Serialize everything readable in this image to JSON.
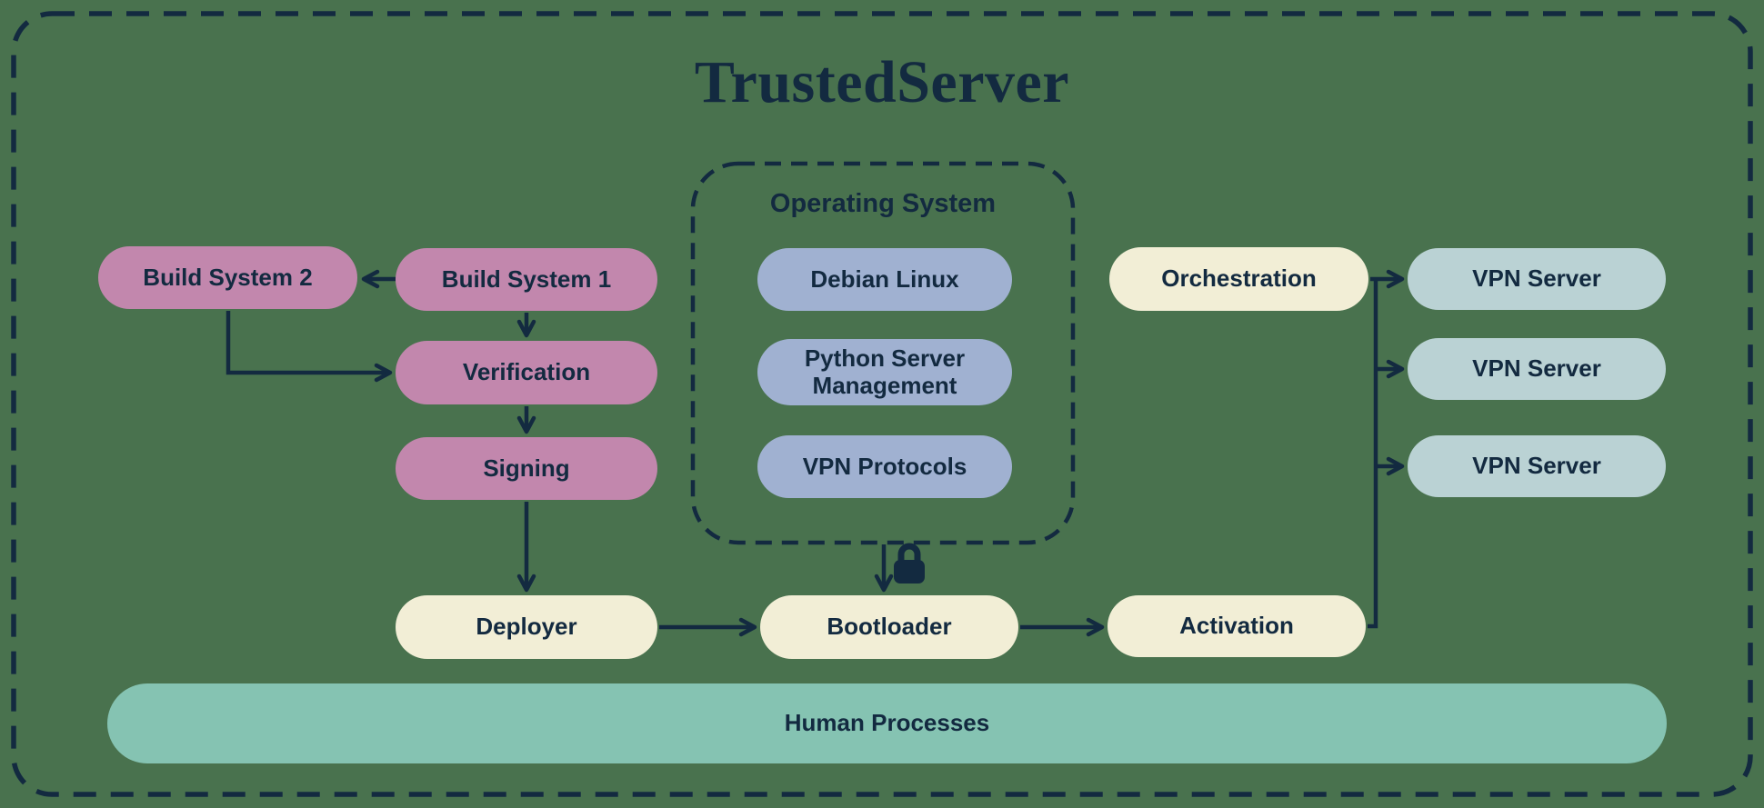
{
  "title": "TrustedServer",
  "os_group": {
    "label": "Operating System"
  },
  "nodes": {
    "build_system_2": {
      "label": "Build System 2"
    },
    "build_system_1": {
      "label": "Build System 1"
    },
    "verification": {
      "label": "Verification"
    },
    "signing": {
      "label": "Signing",
      "icon": "lock-icon"
    },
    "deployer": {
      "label": "Deployer"
    },
    "debian_linux": {
      "label": "Debian Linux"
    },
    "python_server_management": {
      "label": "Python Server Management"
    },
    "vpn_protocols": {
      "label": "VPN Protocols"
    },
    "bootloader": {
      "label": "Bootloader",
      "input_icon": "lock-icon"
    },
    "orchestration": {
      "label": "Orchestration"
    },
    "activation": {
      "label": "Activation"
    },
    "vpn_server_1": {
      "label": "VPN Server"
    },
    "vpn_server_2": {
      "label": "VPN Server"
    },
    "vpn_server_3": {
      "label": "VPN Server"
    },
    "human_processes": {
      "label": "Human Processes"
    }
  },
  "edges": [
    {
      "from": "build_system_1",
      "to": "build_system_2"
    },
    {
      "from": "build_system_1",
      "to": "verification"
    },
    {
      "from": "build_system_2",
      "to": "verification"
    },
    {
      "from": "verification",
      "to": "signing"
    },
    {
      "from": "signing",
      "to": "deployer"
    },
    {
      "from": "deployer",
      "to": "bootloader"
    },
    {
      "from": "operating_system",
      "to": "bootloader",
      "locked": true
    },
    {
      "from": "bootloader",
      "to": "activation"
    },
    {
      "from": "orchestration",
      "to": "vpn_server_1"
    },
    {
      "from": "orchestration",
      "to": "vpn_server_2"
    },
    {
      "from": "orchestration",
      "to": "vpn_server_3"
    },
    {
      "from": "activation",
      "to": "vpn_servers_trunk"
    }
  ],
  "palette": {
    "background": "#49724e",
    "line_and_text": "#132a40",
    "build_chain": "#c287ad",
    "os_components": "#a0b1d1",
    "pipeline": "#f2eed6",
    "vpn_servers": "#bad2d4",
    "human_processes": "#85c3b2"
  }
}
